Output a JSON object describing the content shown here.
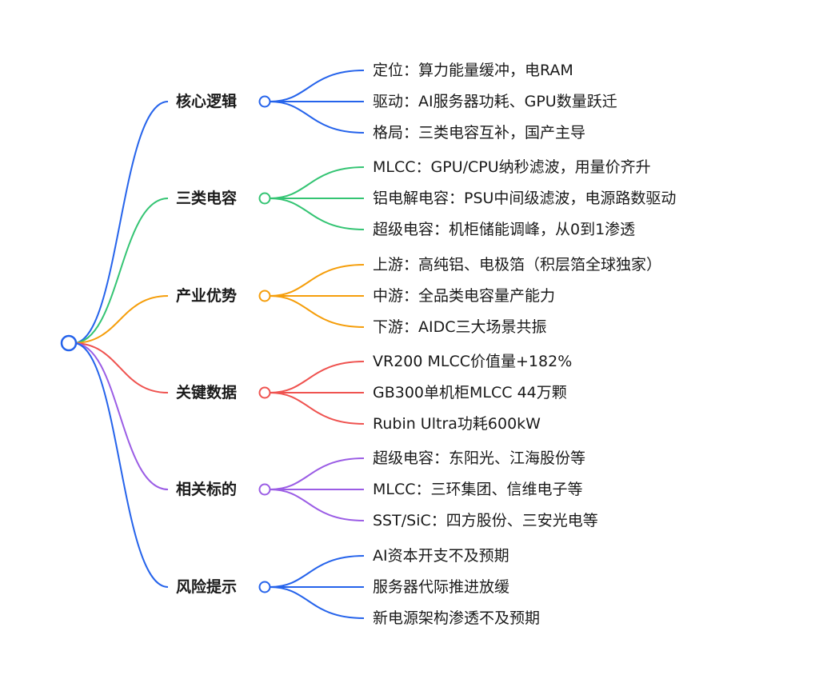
{
  "branches": [
    {
      "label": "核心逻辑",
      "color": "#2563eb",
      "leaves": [
        "定位：算力能量缓冲，电RAM",
        "驱动：AI服务器功耗、GPU数量跃迁",
        "格局：三类电容互补，国产主导"
      ]
    },
    {
      "label": "三类电容",
      "color": "#34c473",
      "leaves": [
        "MLCC：GPU/CPU纳秒滤波，用量价齐升",
        "铝电解电容：PSU中间级滤波，电源路数驱动",
        "超级电容：机柜储能调峰，从0到1渗透"
      ]
    },
    {
      "label": "产业优势",
      "color": "#f59e0b",
      "leaves": [
        "上游：高纯铝、电极箔（积层箔全球独家）",
        "中游：全品类电容量产能力",
        "下游：AIDC三大场景共振"
      ]
    },
    {
      "label": "关键数据",
      "color": "#ef5350",
      "leaves": [
        "VR200 MLCC价值量+182%",
        "GB300单机柜MLCC 44万颗",
        "Rubin Ultra功耗600kW"
      ]
    },
    {
      "label": "相关标的",
      "color": "#9b5de5",
      "leaves": [
        "超级电容：东阳光、江海股份等",
        "MLCC：三环集团、信维电子等",
        "SST/SiC：四方股份、三安光电等"
      ]
    },
    {
      "label": "风险提示",
      "color": "#2563eb",
      "leaves": [
        "AI资本开支不及预期",
        "服务器代际推进放缓",
        "新电源架构渗透不及预期"
      ]
    }
  ],
  "root_color": "#2563eb"
}
